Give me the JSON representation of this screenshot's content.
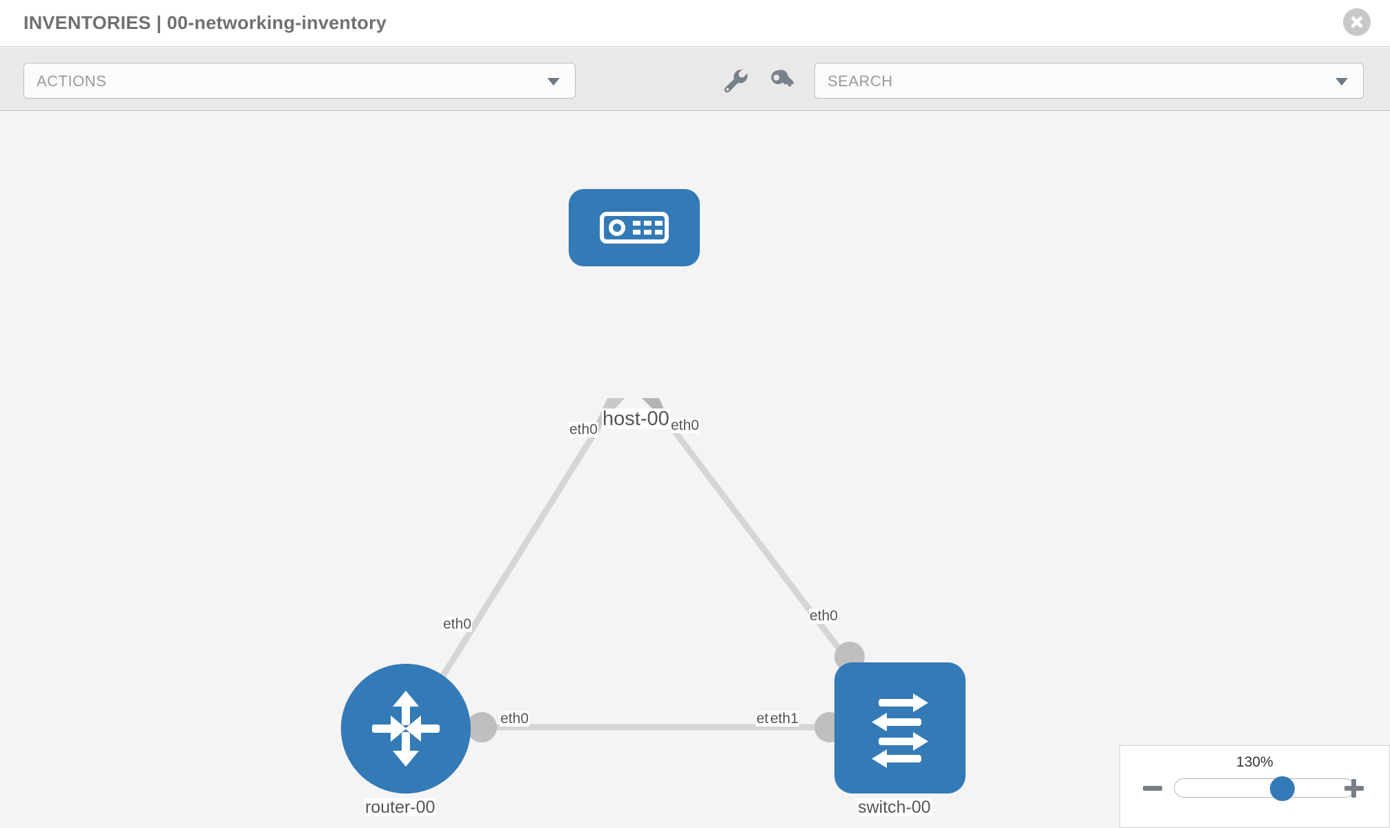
{
  "header": {
    "title": "INVENTORIES | 00-networking-inventory",
    "close_icon": "close-circle-icon"
  },
  "toolbar": {
    "actions_label": "ACTIONS",
    "actions_caret": "chevron-down-icon",
    "wrench_icon": "wrench-icon",
    "key_icon": "key-icon",
    "search_placeholder": "SEARCH",
    "search_caret": "chevron-down-icon"
  },
  "colors": {
    "node_blue": "#337ab7",
    "port_grey": "#bfbfbf",
    "edge_grey": "#d5d5d5",
    "canvas_bg": "#f4f4f4",
    "toolbar_bg": "#e9e9e9",
    "title_grey": "#707070"
  },
  "topology": {
    "nodes": [
      {
        "id": "host-00",
        "label": "host-00",
        "icon": "server-icon",
        "shape": "rounded-rect"
      },
      {
        "id": "router-00",
        "label": "router-00",
        "icon": "router-icon",
        "shape": "circle"
      },
      {
        "id": "switch-00",
        "label": "switch-00",
        "icon": "switch-icon",
        "shape": "rounded-square"
      }
    ],
    "links": [
      {
        "from": "host-00",
        "from_port": "eth0",
        "to": "router-00",
        "to_port": "eth0"
      },
      {
        "from": "host-00",
        "from_port": "eth0",
        "to": "switch-00",
        "to_port": "eth0"
      },
      {
        "from": "router-00",
        "from_port": "eth0",
        "to": "switch-00",
        "to_port": "eth1"
      }
    ],
    "edge_labels": {
      "host_left": "eth0",
      "host_right": "eth0",
      "router_up": "eth0",
      "switch_up": "eth0",
      "router_right": "eth0",
      "switch_left_a": "eth0",
      "switch_left_b": "eth1"
    }
  },
  "zoom_control": {
    "value_label": "130%",
    "minus_label": "minus-icon",
    "plus_label": "plus-icon",
    "slider_percent": 60
  }
}
